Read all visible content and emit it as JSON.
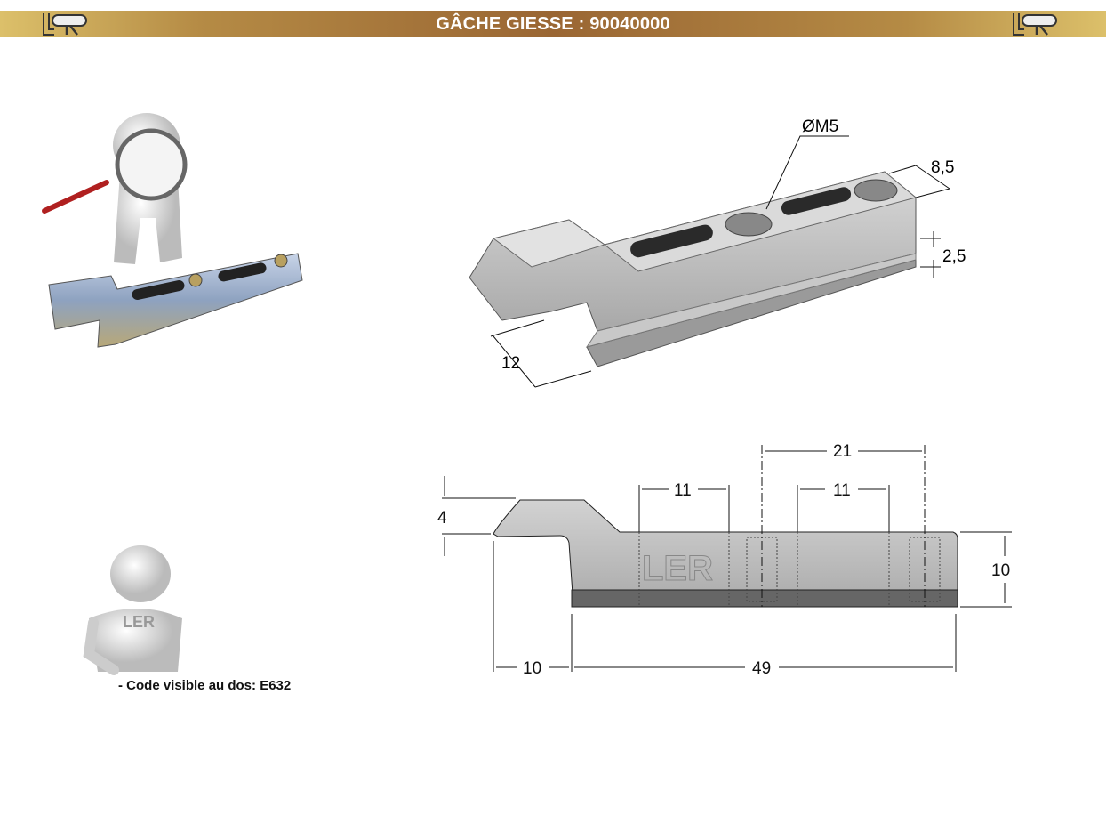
{
  "header": {
    "title": "GÂCHE GIESSE : 90040000",
    "logo_text": "LER"
  },
  "iso_view": {
    "hole_label": "ØM5",
    "width_label": "8,5",
    "step_label": "2,5",
    "depth_label": "12"
  },
  "side_view": {
    "hole_spacing": "21",
    "slot1_length": "11",
    "slot2_length": "11",
    "hook_height": "4",
    "height": "10",
    "hook_length": "10",
    "body_length": "49"
  },
  "note": {
    "label": "- Code visible au dos:",
    "code": "E632"
  }
}
